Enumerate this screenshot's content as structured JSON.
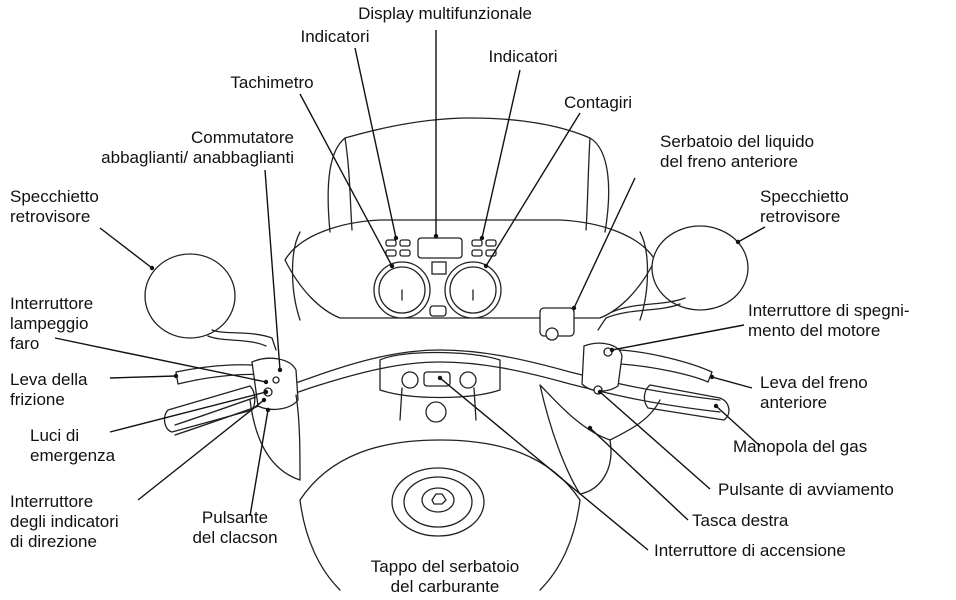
{
  "labels": {
    "display": "Display multifunzionale",
    "indicators_left": "Indicatori",
    "indicators_right": "Indicatori",
    "speedometer": "Tachimetro",
    "tachometer": "Contagiri",
    "dimmer_switch": "Commutatore\nabbaglianti/ anabbaglianti",
    "front_brake_reservoir": "Serbatoio del liquido\ndel freno anteriore",
    "mirror_left": "Specchietto\nretrovisore",
    "mirror_right": "Specchietto\nretrovisore",
    "passing_switch": "Interruttore\nlampeggio\nfaro",
    "engine_stop_switch": "Interruttore di spegni-\nmento del motore",
    "clutch_lever": "Leva della\nfrizione",
    "front_brake_lever": "Leva del freno\nanteriore",
    "hazard_lights": "Luci di\nemergenza",
    "throttle_grip": "Manopola del gas",
    "turn_signal_switch": "Interruttore\ndegli indicatori\ndi direzione",
    "horn_button": "Pulsante\ndel clacson",
    "start_button": "Pulsante di avviamento",
    "right_pocket": "Tasca destra",
    "ignition_switch": "Interruttore di accensione",
    "fuel_cap": "Tappo del serbatoio\ndel carburante"
  },
  "colors": {
    "line": "#111111",
    "background": "#ffffff"
  }
}
